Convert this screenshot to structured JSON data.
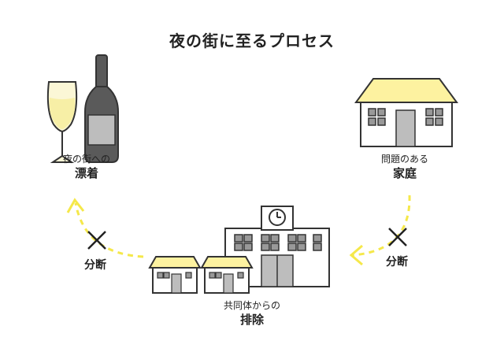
{
  "title": "夜の街に至るプロセス",
  "nodes": {
    "nightlife": {
      "small": "夜の街への",
      "big": "漂着"
    },
    "home": {
      "small": "問題のある",
      "big": "家庭"
    },
    "community": {
      "small": "共同体からの",
      "big": "排除"
    }
  },
  "cuts": {
    "left": "分断",
    "right": "分断"
  },
  "colors": {
    "accent": "#f5e84a",
    "house": "#fdf2a0",
    "gray": "#5a5a5a",
    "light": "#bdbdbd"
  }
}
